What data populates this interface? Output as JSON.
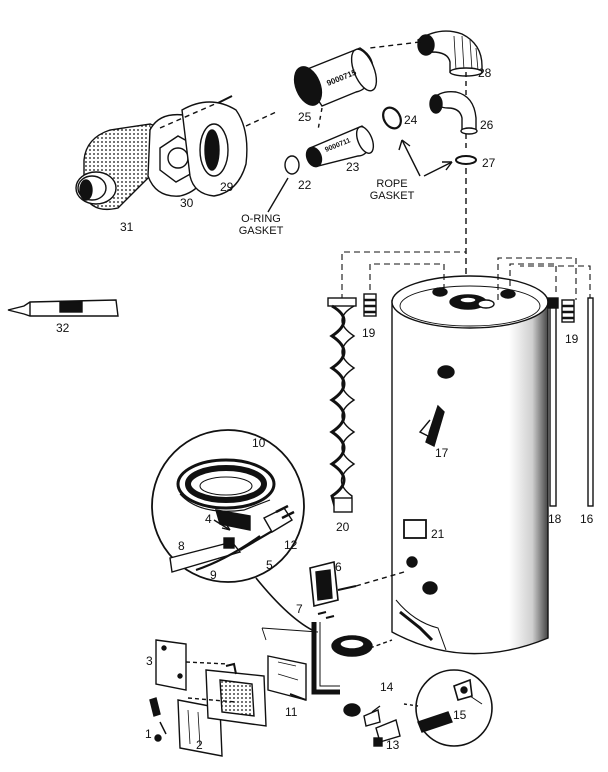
{
  "diagram": {
    "part_numbers": {
      "p1": "1",
      "p2": "2",
      "p3": "3",
      "p4": "4",
      "p5": "5",
      "p6": "6",
      "p7": "7",
      "p8": "8",
      "p9": "9",
      "p10": "10",
      "p11": "11",
      "p12": "12",
      "p13": "13",
      "p14": "14",
      "p15": "15",
      "p16": "16",
      "p17": "17",
      "p18": "18",
      "p19a": "19",
      "p19b": "19",
      "p20": "20",
      "p21": "21",
      "p22": "22",
      "p23": "23",
      "p24": "24",
      "p25": "25",
      "p26": "26",
      "p27": "27",
      "p28": "28",
      "p29": "29",
      "p30": "30",
      "p31": "31",
      "p32": "32"
    },
    "callouts": {
      "oring_line1": "O-RING",
      "oring_line2": "GASKET",
      "rope_line1": "ROPE",
      "rope_line2": "GASKET"
    },
    "part_markings": {
      "pipe_25": "9000715",
      "pipe_23": "9000711"
    }
  }
}
